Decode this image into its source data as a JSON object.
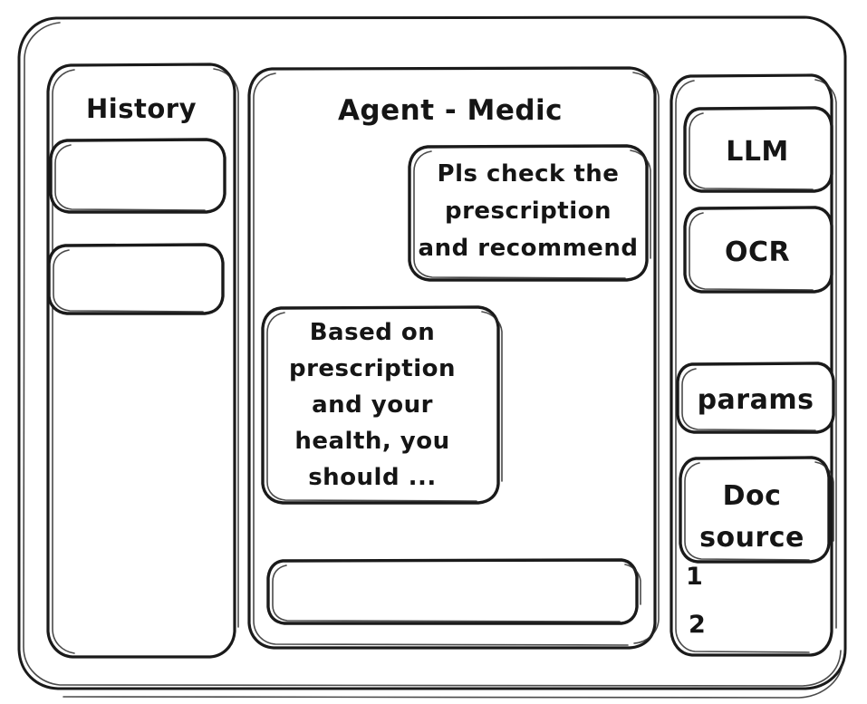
{
  "diagram": {
    "type": "hand-drawn-wireframe",
    "style": "sketch / whiteboard mockup",
    "stroke_color": "#1a1a1a",
    "background_color": "#ffffff",
    "app_window": {
      "name": "app-window-frame"
    },
    "sidebar_left": {
      "title": "History",
      "items": [
        {
          "label": ""
        },
        {
          "label": ""
        }
      ]
    },
    "main": {
      "title": "Agent - Medic",
      "messages": [
        {
          "role": "user",
          "align": "right",
          "lines": [
            "Pls check the",
            "prescription",
            "and recommend"
          ]
        },
        {
          "role": "assistant",
          "align": "left",
          "lines": [
            "Based on",
            "prescription",
            "and your",
            "health, you",
            "should ..."
          ]
        }
      ],
      "composer": {
        "value": "",
        "placeholder": ""
      }
    },
    "sidebar_right": {
      "chips": [
        {
          "label": "LLM"
        },
        {
          "label": "OCR"
        },
        {
          "label": "params"
        }
      ],
      "doc_source": {
        "lines": [
          "Doc",
          "source"
        ],
        "items": [
          "1",
          "2"
        ]
      }
    }
  }
}
